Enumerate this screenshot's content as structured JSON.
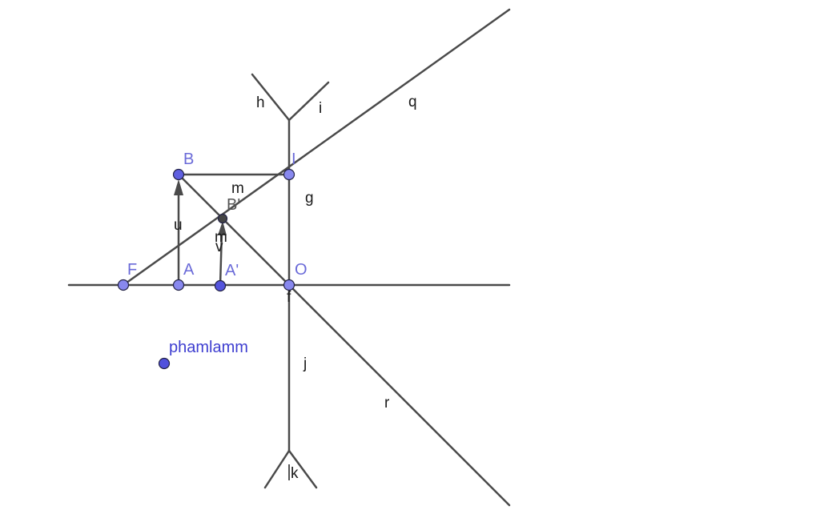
{
  "labels": {
    "h": "h",
    "i": "i",
    "q": "q",
    "g": "g",
    "m_top": "m",
    "m_bottom": "m",
    "u": "u",
    "v": "v",
    "f": "f",
    "j": "j",
    "r": "r",
    "k": "k"
  },
  "points": {
    "B": "B",
    "I": "I",
    "B_prime": "B'",
    "F": "F",
    "A": "A",
    "A_prime": "A'",
    "O": "O",
    "free": "phamlamm"
  },
  "colors": {
    "line": "#4a4a4a",
    "point_fill": "#8888ee",
    "point_fill_strong": "#5555dd",
    "point_fill_dark": "#444444",
    "label_point": "#6a6ad8",
    "label_dark": "#1a1a1a"
  }
}
